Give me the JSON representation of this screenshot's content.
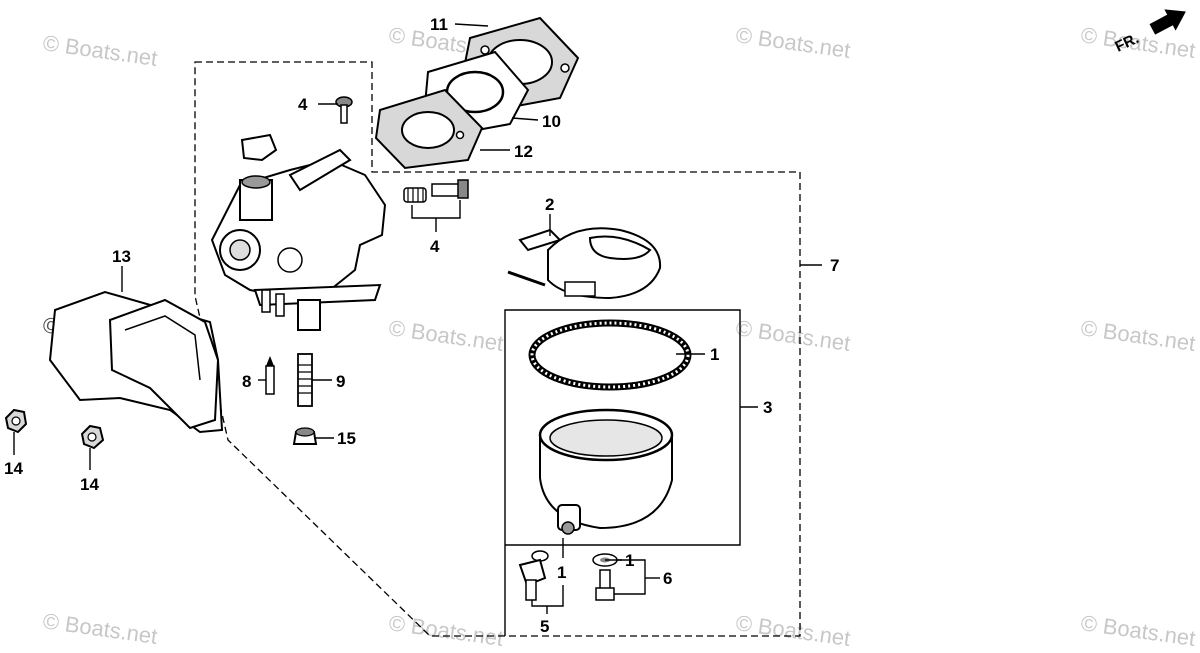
{
  "diagram": {
    "watermark": "© Boats.net",
    "direction_label": "FR.",
    "callouts": {
      "c1a": "1",
      "c1b": "1",
      "c1c": "1",
      "c2": "2",
      "c3": "3",
      "c4a": "4",
      "c4b": "4",
      "c5": "5",
      "c6": "6",
      "c7": "7",
      "c8": "8",
      "c9": "9",
      "c10": "10",
      "c11": "11",
      "c12": "12",
      "c13": "13",
      "c14a": "14",
      "c14b": "14",
      "c15": "15"
    }
  }
}
